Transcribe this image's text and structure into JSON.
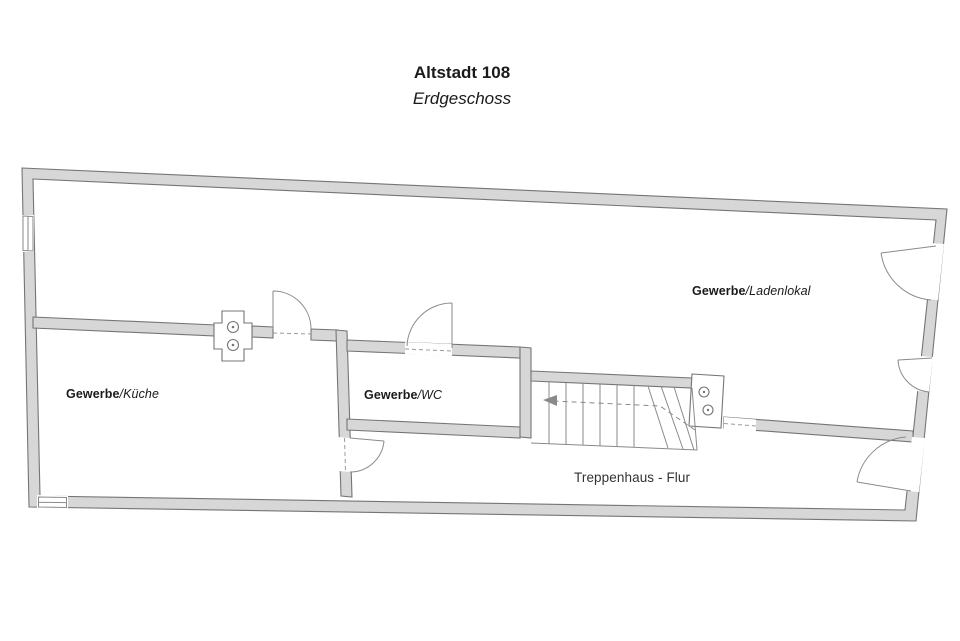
{
  "title": {
    "name": "Altstadt 108",
    "floor": "Erdgeschoss"
  },
  "rooms": {
    "ladenlokal": {
      "prefix": "Gewerbe",
      "name": "/Ladenlokal"
    },
    "kueche": {
      "prefix": "Gewerbe",
      "name": "/Küche"
    },
    "wc": {
      "prefix": "Gewerbe",
      "name": "/WC"
    },
    "treppenhaus": {
      "name": "Treppenhaus - Flur"
    }
  },
  "colors": {
    "wall_fill": "#d7d7d7",
    "wall_line": "#757575",
    "glyph_line": "#8a8a8a",
    "text": "#1a1a1a"
  }
}
